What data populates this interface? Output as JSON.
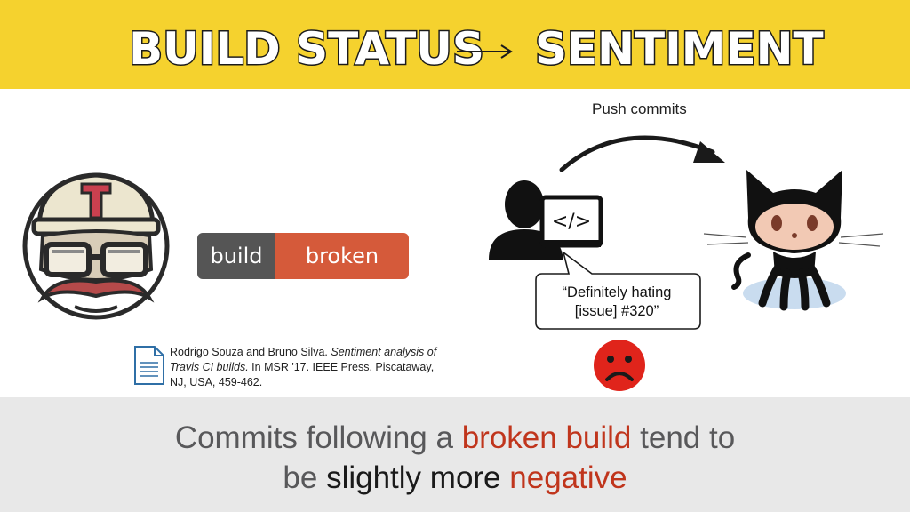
{
  "header": {
    "left_word": "BUILD STATUS",
    "right_word": "SENTIMENT",
    "arrow_icon": "long-right-arrow-icon",
    "background": "#f5d22e"
  },
  "badge": {
    "label": "build",
    "status": "broken",
    "label_color": "#555555",
    "status_color": "#d55a3a"
  },
  "citation": {
    "authors": "Rodrigo Souza and Bruno Silva.",
    "title": "Sentiment analysis of Travis CI builds.",
    "venue": "In MSR '17. IEEE Press, Piscataway, NJ, USA, 459-462.",
    "icon": "document-icon"
  },
  "diagram": {
    "push_label": "Push commits",
    "commit_message": "“Definitely hating [issue] #320”",
    "code_tag": "</>",
    "travis_icon": "travis-ci-mascot-icon",
    "developer_icon": "developer-at-computer-icon",
    "octocat_icon": "github-octocat-icon",
    "sad_icon": "sad-face-icon"
  },
  "conclusion": {
    "p1": "Commits following a",
    "p2": "broken build",
    "p3": "tend to",
    "p4": "be",
    "p5": "slightly more",
    "p6": "negative",
    "accent": "#c0351c"
  }
}
